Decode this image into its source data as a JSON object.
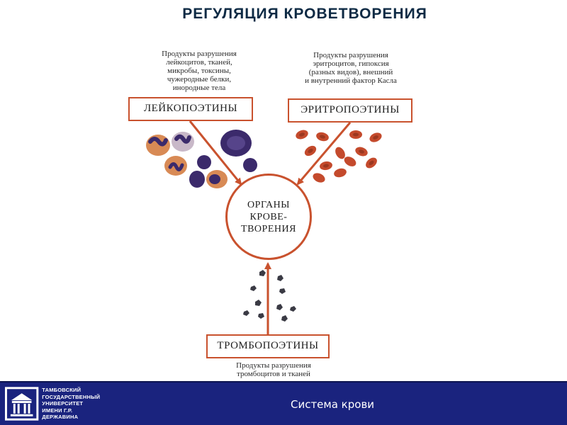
{
  "slide": {
    "title": "РЕГУЛЯЦИЯ КРОВЕТВОРЕНИЯ"
  },
  "diagram": {
    "leuko": {
      "label": "ЛЕЙКОПОЭТИНЫ",
      "note_lines": [
        "Продукты разрушения",
        "лейкоцитов, тканей,",
        "микробы, токсины,",
        "чужеродные белки,",
        "инородные тела"
      ]
    },
    "eryth": {
      "label": "ЭРИТРОПОЭТИНЫ",
      "note_lines": [
        "Продукты разрушения",
        "эритроцитов, гипоксия",
        "(разных видов), внешний",
        "и внутренний фактор Касла"
      ]
    },
    "thrombo": {
      "label": "ТРОМБОПОЭТИНЫ",
      "note_lines": [
        "Продукты разрушения",
        "тромбоцитов и тканей"
      ]
    },
    "organ": {
      "lines": [
        "ОРГАНЫ",
        "КРОВЕ-",
        "ТВОРЕНИЯ"
      ]
    },
    "colors": {
      "arrow": "#c9522e",
      "erythrocyte": "#c44a2c",
      "leukocyte_nucleus": "#3b2a6b",
      "leukocyte_cytoplasm": "#d88a55",
      "platelet": "#3a3a44"
    }
  },
  "footer": {
    "university_lines": [
      "ТАМБОВСКИЙ",
      "ГОСУДАРСТВЕННЫЙ",
      "УНИВЕРСИТЕТ",
      "ИМЕНИ Г.Р. ДЕРЖАВИНА"
    ],
    "label": "Система крови",
    "background_color": "#1a237e"
  }
}
